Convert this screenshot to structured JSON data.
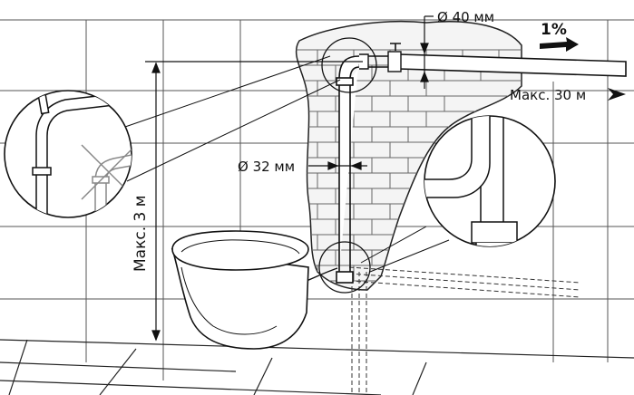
{
  "labels": {
    "pipe_diameter_top": "Ø 40 мм",
    "slope": "1%",
    "max_length": "Макс. 30 м",
    "pipe_diameter_vertical": "Ø 32 мм",
    "max_height": "Макс. 3 м"
  }
}
